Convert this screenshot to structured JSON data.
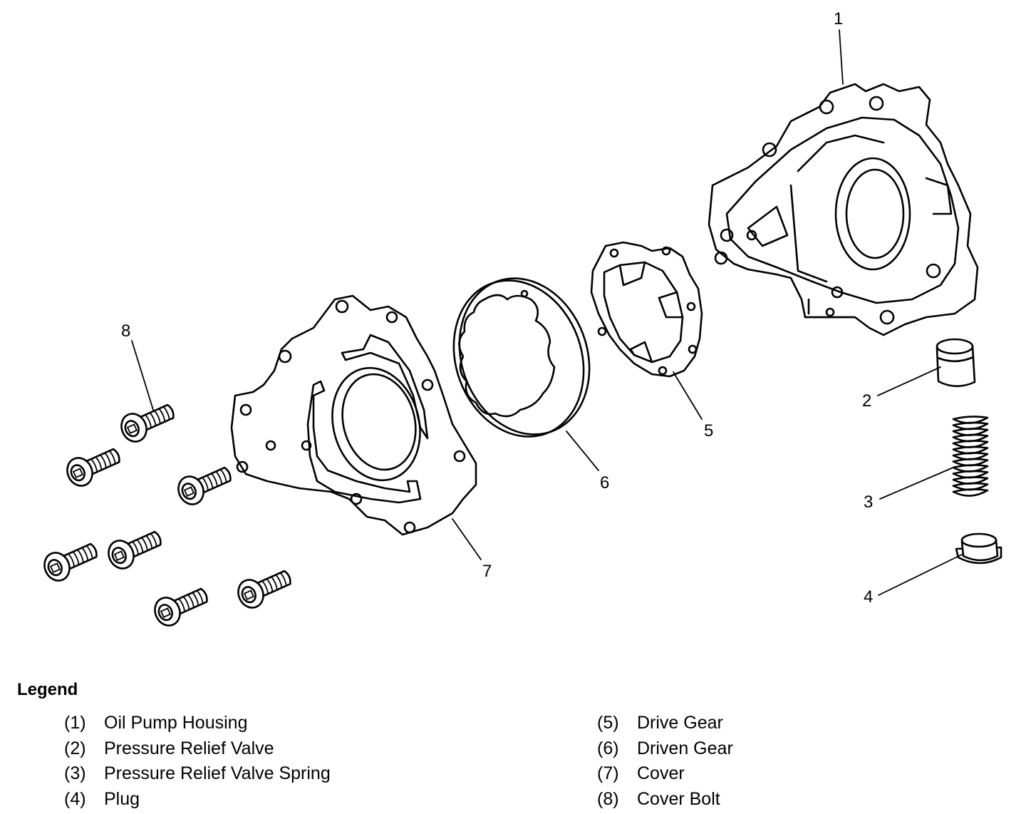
{
  "callouts": {
    "c1": "1",
    "c2": "2",
    "c3": "3",
    "c4": "4",
    "c5": "5",
    "c6": "6",
    "c7": "7",
    "c8": "8"
  },
  "legend": {
    "title": "Legend",
    "left": [
      {
        "num": "(1)",
        "text": "Oil Pump Housing"
      },
      {
        "num": "(2)",
        "text": "Pressure Relief Valve"
      },
      {
        "num": "(3)",
        "text": "Pressure Relief Valve Spring"
      },
      {
        "num": "(4)",
        "text": "Plug"
      }
    ],
    "right": [
      {
        "num": "(5)",
        "text": "Drive Gear"
      },
      {
        "num": "(6)",
        "text": "Driven Gear"
      },
      {
        "num": "(7)",
        "text": "Cover"
      },
      {
        "num": "(8)",
        "text": "Cover Bolt"
      }
    ]
  }
}
